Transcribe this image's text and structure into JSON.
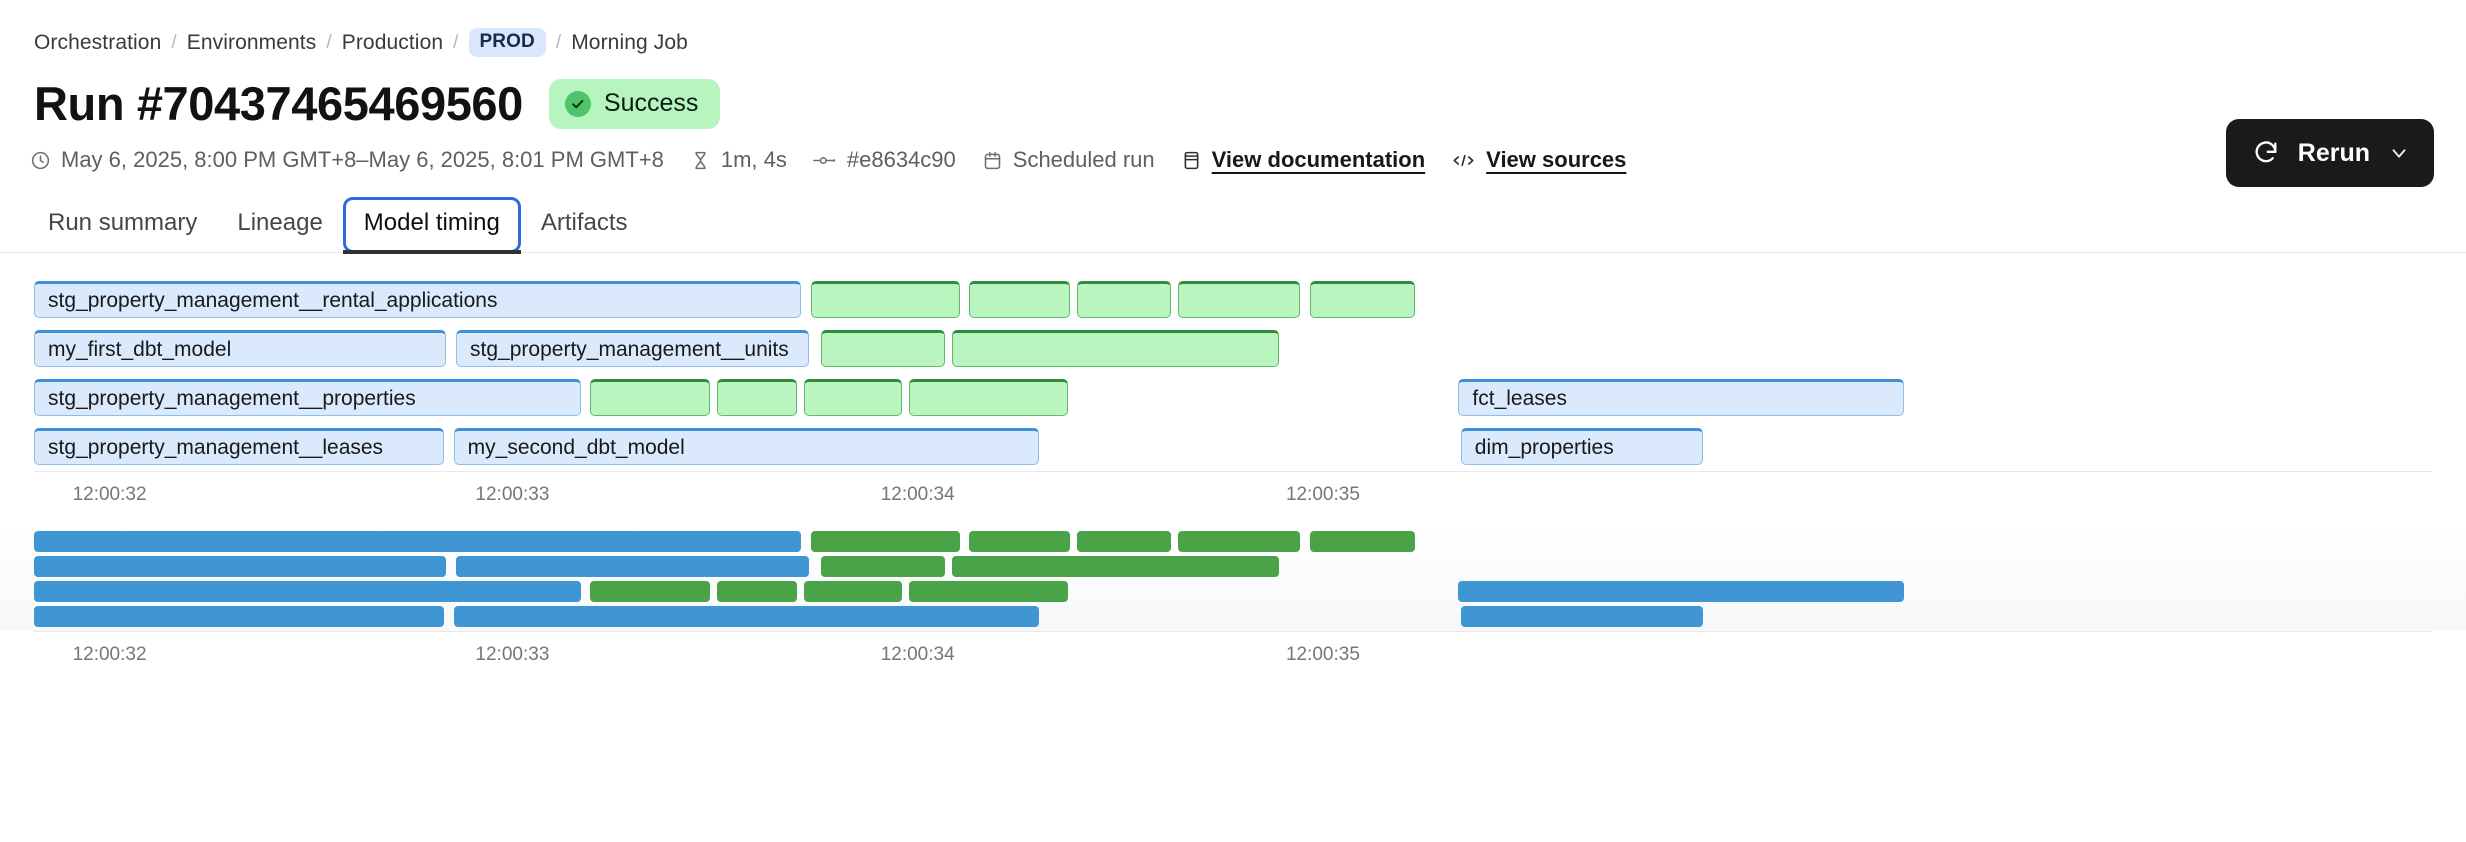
{
  "breadcrumb": {
    "items": [
      {
        "label": "Orchestration",
        "type": "link"
      },
      {
        "label": "Environments",
        "type": "link"
      },
      {
        "label": "Production",
        "type": "link"
      },
      {
        "label": "PROD",
        "type": "pill"
      },
      {
        "label": "Morning Job",
        "type": "current"
      }
    ],
    "separator": "/"
  },
  "header": {
    "title": "Run #70437465469560",
    "status": {
      "label": "Success",
      "icon": "check-circle-icon",
      "bg_color": "#b6f5c0",
      "icon_color": "#4fc46a"
    },
    "rerun": {
      "label": "Rerun",
      "icon": "refresh-icon",
      "chevron": "chevron-down-icon",
      "bg_color": "#1a1a1a"
    }
  },
  "meta": [
    {
      "icon": "clock-icon",
      "text": "May 6, 2025, 8:00 PM GMT+8–May 6, 2025, 8:01 PM GMT+8",
      "link": false
    },
    {
      "icon": "hourglass-icon",
      "text": "1m, 4s",
      "link": false
    },
    {
      "icon": "commit-icon",
      "text": "#e8634c90",
      "link": false
    },
    {
      "icon": "calendar-icon",
      "text": "Scheduled run",
      "link": false
    },
    {
      "icon": "book-icon",
      "text": "View documentation",
      "link": true
    },
    {
      "icon": "code-icon",
      "text": "View sources",
      "link": true
    }
  ],
  "tabs": [
    {
      "label": "Run summary",
      "active": false
    },
    {
      "label": "Lineage",
      "active": false
    },
    {
      "label": "Model timing",
      "active": true
    },
    {
      "label": "Artifacts",
      "active": false
    }
  ],
  "chart_data": {
    "type": "gantt",
    "title": "Model timing",
    "xlabel": "",
    "ylabel": "",
    "colors": {
      "model_fill": "#dbe9fc",
      "model_border": "#3f90d6",
      "test_fill": "#baf5bf",
      "test_border": "#2f8c3f",
      "minimap_model": "#3f96d2",
      "minimap_test": "#4ba348"
    },
    "axis": {
      "ticks": [
        "12:00:32",
        "12:00:33",
        "12:00:34",
        "12:00:35"
      ],
      "tick_positions_pct": [
        2.4,
        19.2,
        36.1,
        53.0
      ],
      "grid": false
    },
    "rows": [
      {
        "index": 0,
        "bars": [
          {
            "label": "stg_property_management__rental_applications",
            "kind": "model",
            "start_pct": 0.0,
            "width_pct": 32.0
          },
          {
            "label": "",
            "kind": "test",
            "start_pct": 32.4,
            "width_pct": 6.2
          },
          {
            "label": "",
            "kind": "test",
            "start_pct": 39.0,
            "width_pct": 4.2
          },
          {
            "label": "",
            "kind": "test",
            "start_pct": 43.5,
            "width_pct": 3.9
          },
          {
            "label": "",
            "kind": "test",
            "start_pct": 47.7,
            "width_pct": 5.1
          },
          {
            "label": "",
            "kind": "test",
            "start_pct": 53.2,
            "width_pct": 4.4
          }
        ]
      },
      {
        "index": 1,
        "bars": [
          {
            "label": "my_first_dbt_model",
            "kind": "model",
            "start_pct": 0.0,
            "width_pct": 17.2
          },
          {
            "label": "stg_property_management__units",
            "kind": "model",
            "start_pct": 17.6,
            "width_pct": 14.7
          },
          {
            "label": "",
            "kind": "test",
            "start_pct": 32.8,
            "width_pct": 5.2
          },
          {
            "label": "",
            "kind": "test",
            "start_pct": 38.3,
            "width_pct": 13.6
          }
        ]
      },
      {
        "index": 2,
        "bars": [
          {
            "label": "stg_property_management__properties",
            "kind": "model",
            "start_pct": 0.0,
            "width_pct": 22.8
          },
          {
            "label": "",
            "kind": "test",
            "start_pct": 23.2,
            "width_pct": 5.0
          },
          {
            "label": "",
            "kind": "test",
            "start_pct": 28.5,
            "width_pct": 3.3
          },
          {
            "label": "",
            "kind": "test",
            "start_pct": 32.1,
            "width_pct": 4.1
          },
          {
            "label": "",
            "kind": "test",
            "start_pct": 36.5,
            "width_pct": 6.6
          },
          {
            "label": "fct_leases",
            "kind": "model",
            "start_pct": 59.4,
            "width_pct": 18.6
          }
        ]
      },
      {
        "index": 3,
        "bars": [
          {
            "label": "stg_property_management__leases",
            "kind": "model",
            "start_pct": 0.0,
            "width_pct": 17.1
          },
          {
            "label": "my_second_dbt_model",
            "kind": "model",
            "start_pct": 17.5,
            "width_pct": 24.4
          },
          {
            "label": "dim_properties",
            "kind": "model",
            "start_pct": 59.5,
            "width_pct": 10.1
          }
        ]
      }
    ],
    "minimap": {
      "axis": {
        "ticks": [
          "12:00:32",
          "12:00:33",
          "12:00:34",
          "12:00:35"
        ],
        "tick_positions_pct": [
          2.4,
          19.2,
          36.1,
          53.0
        ]
      },
      "rows": [
        {
          "index": 0,
          "bars": [
            {
              "kind": "model",
              "start_pct": 0.0,
              "width_pct": 32.0
            },
            {
              "kind": "test",
              "start_pct": 32.4,
              "width_pct": 6.2
            },
            {
              "kind": "test",
              "start_pct": 39.0,
              "width_pct": 4.2
            },
            {
              "kind": "test",
              "start_pct": 43.5,
              "width_pct": 3.9
            },
            {
              "kind": "test",
              "start_pct": 47.7,
              "width_pct": 5.1
            },
            {
              "kind": "test",
              "start_pct": 53.2,
              "width_pct": 4.4
            }
          ]
        },
        {
          "index": 1,
          "bars": [
            {
              "kind": "model",
              "start_pct": 0.0,
              "width_pct": 17.2
            },
            {
              "kind": "model",
              "start_pct": 17.6,
              "width_pct": 14.7
            },
            {
              "kind": "test",
              "start_pct": 32.8,
              "width_pct": 5.2
            },
            {
              "kind": "test",
              "start_pct": 38.3,
              "width_pct": 13.6
            }
          ]
        },
        {
          "index": 2,
          "bars": [
            {
              "kind": "model",
              "start_pct": 0.0,
              "width_pct": 22.8
            },
            {
              "kind": "test",
              "start_pct": 23.2,
              "width_pct": 5.0
            },
            {
              "kind": "test",
              "start_pct": 28.5,
              "width_pct": 3.3
            },
            {
              "kind": "test",
              "start_pct": 32.1,
              "width_pct": 4.1
            },
            {
              "kind": "test",
              "start_pct": 36.5,
              "width_pct": 6.6
            },
            {
              "kind": "model",
              "start_pct": 59.4,
              "width_pct": 18.6
            }
          ]
        },
        {
          "index": 3,
          "bars": [
            {
              "kind": "model",
              "start_pct": 0.0,
              "width_pct": 17.1
            },
            {
              "kind": "model",
              "start_pct": 17.5,
              "width_pct": 24.4
            },
            {
              "kind": "model",
              "start_pct": 59.5,
              "width_pct": 10.1
            }
          ]
        }
      ]
    }
  }
}
